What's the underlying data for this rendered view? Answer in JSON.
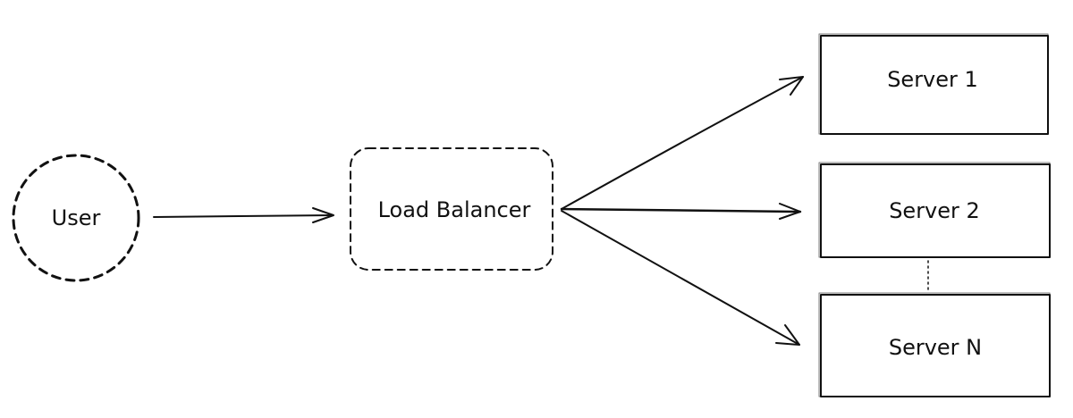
{
  "nodes": {
    "user": {
      "label": "User"
    },
    "load_balancer": {
      "label": "Load Balancer"
    },
    "server_1": {
      "label": "Server 1"
    },
    "server_2": {
      "label": "Server 2"
    },
    "server_n": {
      "label": "Server N"
    }
  },
  "edges": [
    {
      "from": "user",
      "to": "load_balancer"
    },
    {
      "from": "load_balancer",
      "to": "server_1"
    },
    {
      "from": "load_balancer",
      "to": "server_2"
    },
    {
      "from": "load_balancer",
      "to": "server_n"
    }
  ]
}
